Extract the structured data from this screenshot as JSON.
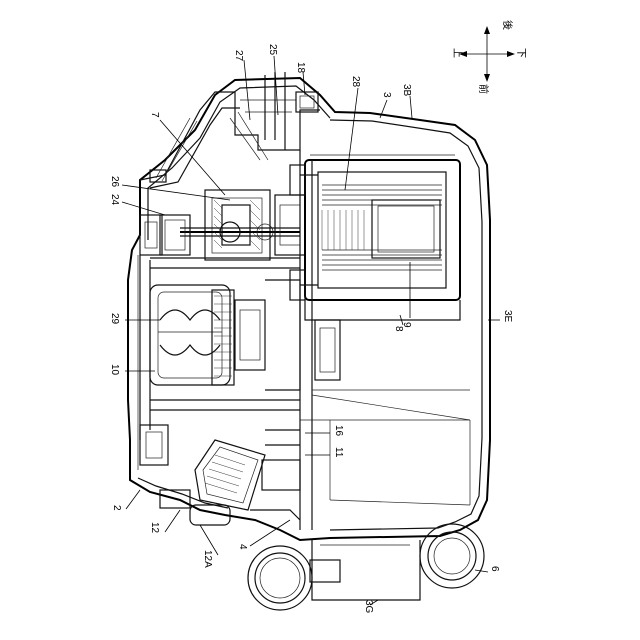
{
  "labels": {
    "l27": "27",
    "l25": "25",
    "l18": "18",
    "l28": "28",
    "l3": "3",
    "l3B": "3B",
    "l7": "7",
    "l26": "26",
    "l24": "24",
    "l29": "29",
    "l10": "10",
    "l8": "8",
    "l9": "9",
    "l3E": "3E",
    "l16": "16",
    "l11": "11",
    "l2": "2",
    "l12": "12",
    "l12A": "12A",
    "l4": "4",
    "l6": "6",
    "l3G": "3G"
  },
  "compass": {
    "up": "後",
    "left": "上",
    "right": "下",
    "down": "前"
  }
}
